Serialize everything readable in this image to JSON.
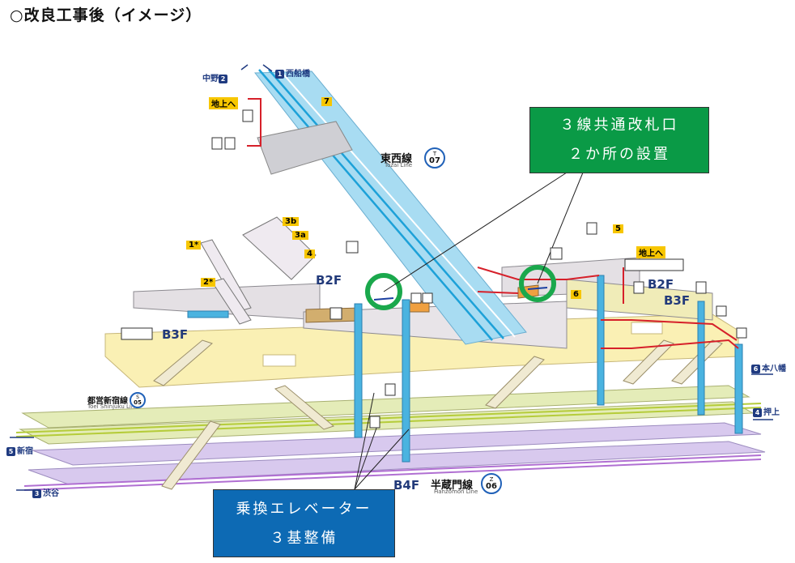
{
  "title": "○改良工事後（イメージ）",
  "callouts": {
    "gates": {
      "line1": "３線共通改札口",
      "line2": "２か所の設置"
    },
    "elevators": {
      "line1": "乗換エレベーター",
      "line2": "３基整備"
    }
  },
  "floors": {
    "b2f_left": "B2F",
    "b2f_right": "B2F",
    "b3f_left": "B3F",
    "b3f_right": "B3F",
    "b4f": "B4F"
  },
  "lines": {
    "tozai": {
      "name": "東西線",
      "sub": "Tozai Line",
      "code": "T",
      "num": "07"
    },
    "hanzomon": {
      "name": "半蔵門線",
      "sub": "Hanzomon Line",
      "code": "Z",
      "num": "06"
    },
    "shinjuku": {
      "name": "都営新宿線",
      "sub": "Toei Shinjuku Line",
      "code": "S",
      "num": "05"
    }
  },
  "directions": {
    "nakano": {
      "badge": "2",
      "text": "中野"
    },
    "nishifunabashi": {
      "badge": "1",
      "text": "西船橋"
    },
    "shinjuku": {
      "badge": "5",
      "text": "新宿"
    },
    "shibuya": {
      "badge": "3",
      "text": "渋谷"
    },
    "motoyawata": {
      "badge": "6",
      "text": "本八幡"
    },
    "oshiage": {
      "badge": "4",
      "text": "押上"
    }
  },
  "exits": {
    "to_ground_left": "地上へ",
    "to_ground_right": "地上へ",
    "e7": "7",
    "e3b": "3b",
    "e3a": "3a",
    "e4": "4",
    "e1": "1*",
    "e2": "2*",
    "e5": "5",
    "e6": "6"
  },
  "colors": {
    "gates_box": "#0a9a46",
    "elevators_box": "#0d6ab4",
    "tozai": "#8fd0ef",
    "hanzomon_platform": "#cfc0e6",
    "shinjuku_platform": "#dfe8b4",
    "concourse": "#faf0b4",
    "b2f": "#e4e0e4",
    "highlight_ring": "#1aa84c",
    "elevator": "#4ab3e0"
  }
}
